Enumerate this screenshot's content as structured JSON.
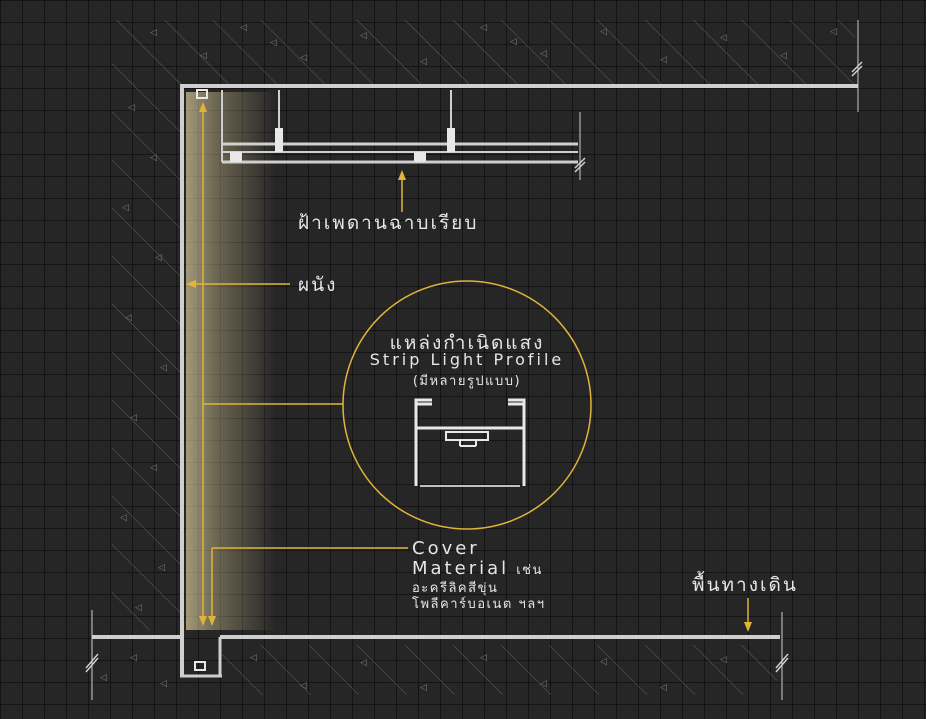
{
  "labels": {
    "ceiling": "ฝ้าเพดานฉาบเรียบ",
    "wall": "ผนัง",
    "light_source_th": "แหล่งกำเนิดแสง",
    "light_source_en": "Strip Light Profile",
    "light_source_note": "(มีหลายรูปแบบ)",
    "cover_line1": "Cover",
    "cover_line2a": "Material",
    "cover_line2b": "เช่น",
    "cover_line3": "อะครีลิคสีขุ่น",
    "cover_line4": "โพลีคาร์บอเนต ฯลฯ",
    "floor": "พื้นทางเดิน"
  },
  "colors": {
    "background": "#262626",
    "grid": "#141414",
    "structure": "#cfcfcf",
    "accent": "#e0b43a",
    "glow": "#f5e6b0",
    "hatch": "#6a6a6a"
  }
}
